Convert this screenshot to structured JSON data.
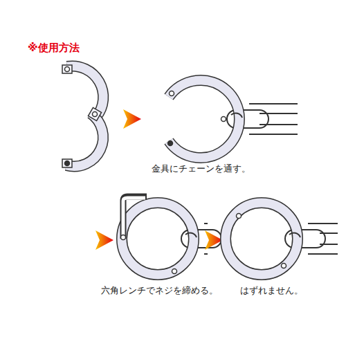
{
  "diagram": {
    "title": "※使用方法",
    "labels": [
      "金具にチェーンを通す。",
      "六角レンチでネジを締める。",
      "はずれません。"
    ]
  }
}
